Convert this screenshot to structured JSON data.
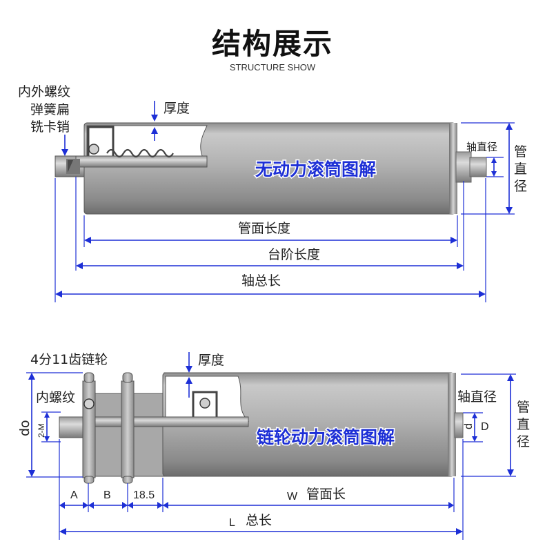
{
  "header": {
    "title": "结构展示",
    "subtitle": "STRUCTURE SHOW"
  },
  "diagram1": {
    "title": "无动力滚筒图解",
    "labels": {
      "thread_line1": "内外螺纹",
      "thread_line2": "弹簧扁",
      "thread_line3": "铣卡销",
      "thickness": "厚度",
      "shaft_diameter": "轴直径",
      "tube_diameter_1": "管",
      "tube_diameter_2": "直",
      "tube_diameter_3": "径",
      "tube_length": "管面长度",
      "step_length": "台阶长度",
      "shaft_total_length": "轴总长"
    }
  },
  "diagram2": {
    "title": "链轮动力滚筒图解",
    "labels": {
      "sprocket": "4分11齿链轮",
      "thickness": "厚度",
      "inner_thread": "内螺纹",
      "do": "do",
      "m": "2-M",
      "shaft_diameter": "轴直径",
      "d": "d",
      "D": "D",
      "tube_diameter_1": "管",
      "tube_diameter_2": "直",
      "tube_diameter_3": "径",
      "A": "A",
      "B": "B",
      "gap": "18.5",
      "W": "W",
      "tube_length": "管面长",
      "L": "L",
      "total_length": "总长"
    }
  }
}
